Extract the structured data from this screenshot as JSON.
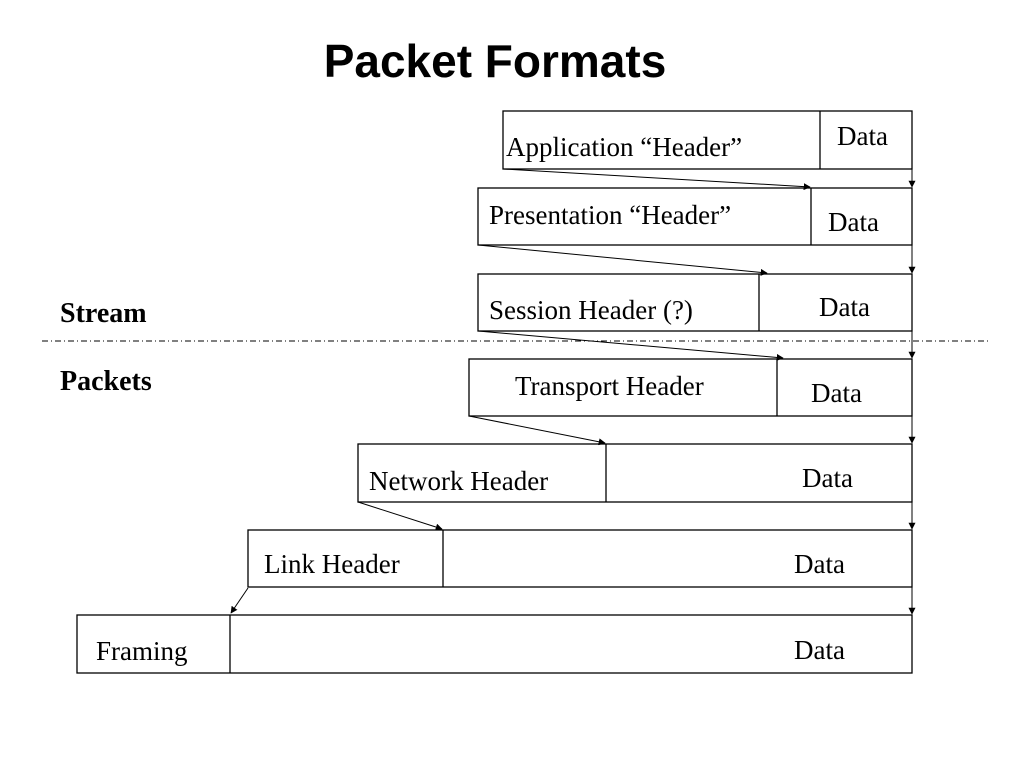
{
  "title": "Packet Formats",
  "divider": {
    "above": "Stream",
    "below": "Packets"
  },
  "layers": [
    {
      "header": "Application “Header”",
      "data": "Data"
    },
    {
      "header": "Presentation “Header”",
      "data": "Data"
    },
    {
      "header": "Session Header (?)",
      "data": "Data"
    },
    {
      "header": "Transport Header",
      "data": "Data"
    },
    {
      "header": "Network Header",
      "data": "Data"
    },
    {
      "header": "Link Header",
      "data": "Data"
    },
    {
      "header": "Framing",
      "data": "Data"
    }
  ]
}
